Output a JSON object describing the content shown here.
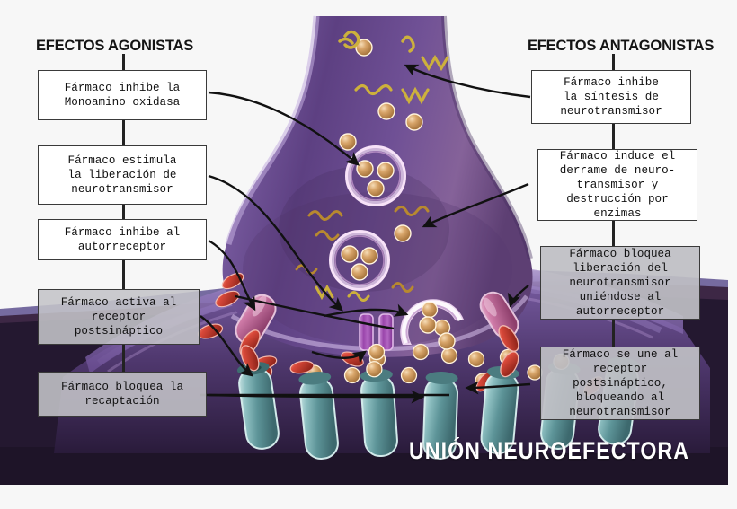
{
  "headers": {
    "left": "EFECTOS AGONISTAS",
    "right": "EFECTOS ANTAGONISTAS"
  },
  "caption": "UNIÓN NEUROEFECTORA",
  "agonist_boxes": [
    {
      "id": "mao",
      "text": "Fármaco inhibe la\nMonoamino oxidasa"
    },
    {
      "id": "release",
      "text": "Fármaco estimula\nla liberación de\nneurotransmisor"
    },
    {
      "id": "autoreceptor",
      "text": "Fármaco inhibe al\nautorreceptor"
    },
    {
      "id": "postsynaptic",
      "text": "Fármaco activa al\nreceptor\npostsináptico"
    },
    {
      "id": "reuptake",
      "text": "Fármaco bloquea la\nrecaptación"
    }
  ],
  "antagonist_boxes": [
    {
      "id": "synthesis",
      "text": "Fármaco inhibe\nla síntesis de\nneurotransmisor"
    },
    {
      "id": "leak",
      "text": "Fármaco induce el\nderrame de neuro-\ntransmisor y\ndestrucción por\nenzimas"
    },
    {
      "id": "block-release",
      "text": "Fármaco bloquea\nliberación del\nneurotransmisor\nuniéndose al\nautorreceptor"
    },
    {
      "id": "block-postsynaptic",
      "text": "Fármaco se une al\nreceptor\npostsináptico,\nbloqueando al\nneurotransmisor"
    }
  ],
  "illustration": {
    "title": "Sinapsis / unión neuroefectora",
    "structures": [
      {
        "name": "axon-terminal",
        "label": "Terminal axónico presináptico",
        "color": "#6f4f96"
      },
      {
        "name": "synaptic-cleft",
        "label": "Hendidura sináptica",
        "color": "#7a5fa8"
      },
      {
        "name": "postsynaptic-membrane",
        "label": "Membrana postsináptica",
        "color": "#2b1b3a"
      },
      {
        "name": "neurotransmitter-vesicle",
        "label": "Vesícula de neurotransmisor",
        "color": "#f2d9f5"
      },
      {
        "name": "neurotransmitter-molecule",
        "label": "Molécula de neurotransmisor",
        "color": "#d8a36a"
      },
      {
        "name": "enzyme",
        "label": "Enzima (MAO)",
        "color": "#cbb23d"
      },
      {
        "name": "autoreceptor",
        "label": "Autorreceptor",
        "color": "#c2649a"
      },
      {
        "name": "postsynaptic-receptor",
        "label": "Receptor postsináptico",
        "color": "#79aab0"
      },
      {
        "name": "drug-molecule",
        "label": "Fármaco",
        "color": "#d34436"
      },
      {
        "name": "reuptake-transporter",
        "label": "Transportador de recaptación",
        "color": "#9b4ba8"
      }
    ],
    "background_bands": {
      "light_purple": "#6f639b",
      "dark_purple": "#1e1428",
      "right_purple": "#3d2745"
    }
  }
}
